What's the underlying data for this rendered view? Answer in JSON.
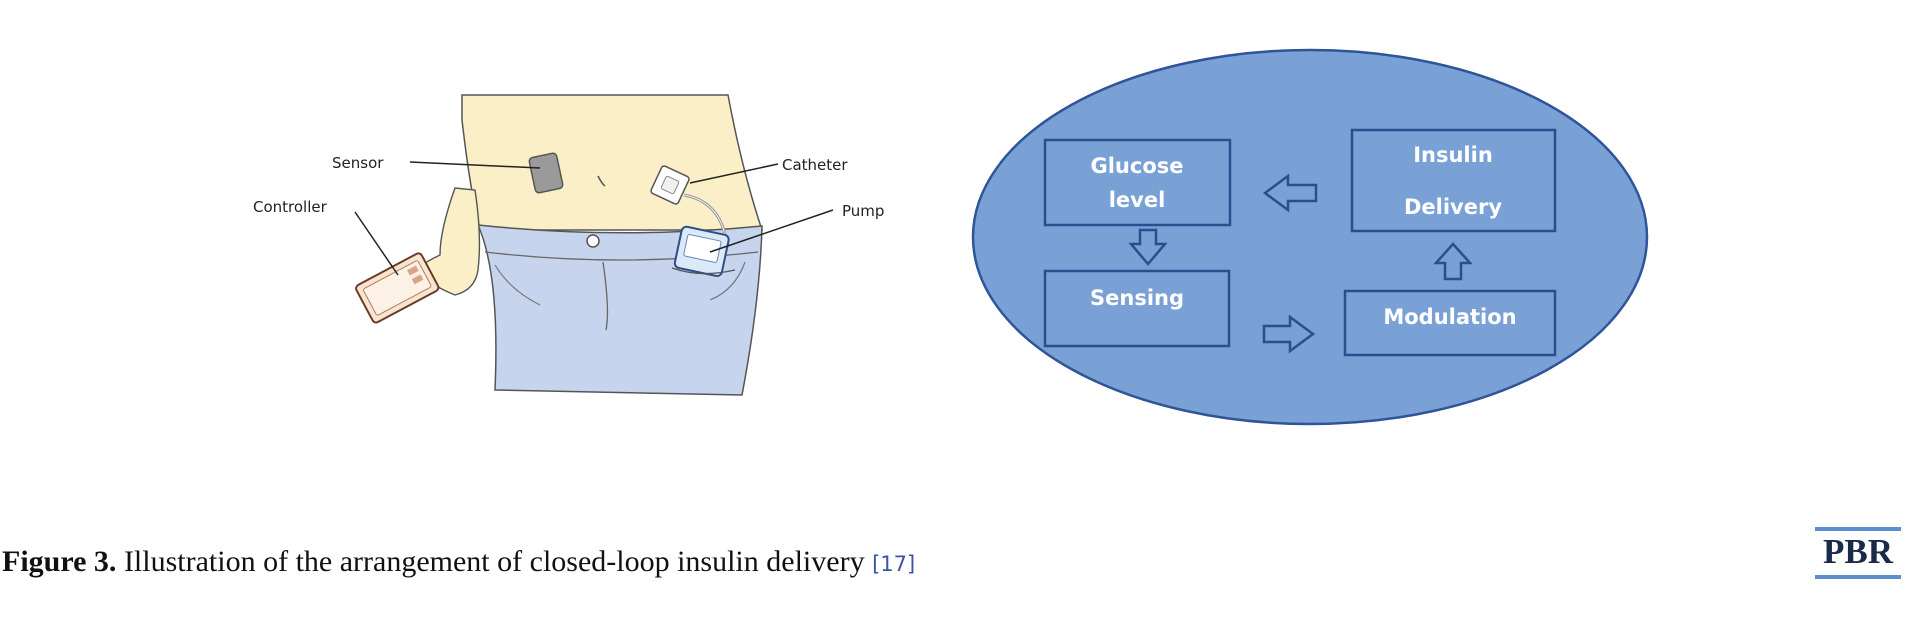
{
  "illustration": {
    "labels": {
      "sensor": "Sensor",
      "controller": "Controller",
      "catheter": "Catheter",
      "pump": "Pump"
    }
  },
  "diagram": {
    "boxes": {
      "glucose_line1": "Glucose",
      "glucose_line2": "level",
      "insulin_line1": "Insulin",
      "insulin_line2": "Delivery",
      "sensing": "Sensing",
      "modulation": "Modulation"
    },
    "colors": {
      "ellipse_fill": "#7aa1d6",
      "ellipse_stroke": "#2f5497",
      "box_stroke": "#2a4f8f"
    }
  },
  "caption": {
    "label": "Figure 3.",
    "text": " Illustration of the arrangement of closed-loop insulin delivery ",
    "reference": "[17]"
  },
  "logo": {
    "text": "PBR"
  }
}
